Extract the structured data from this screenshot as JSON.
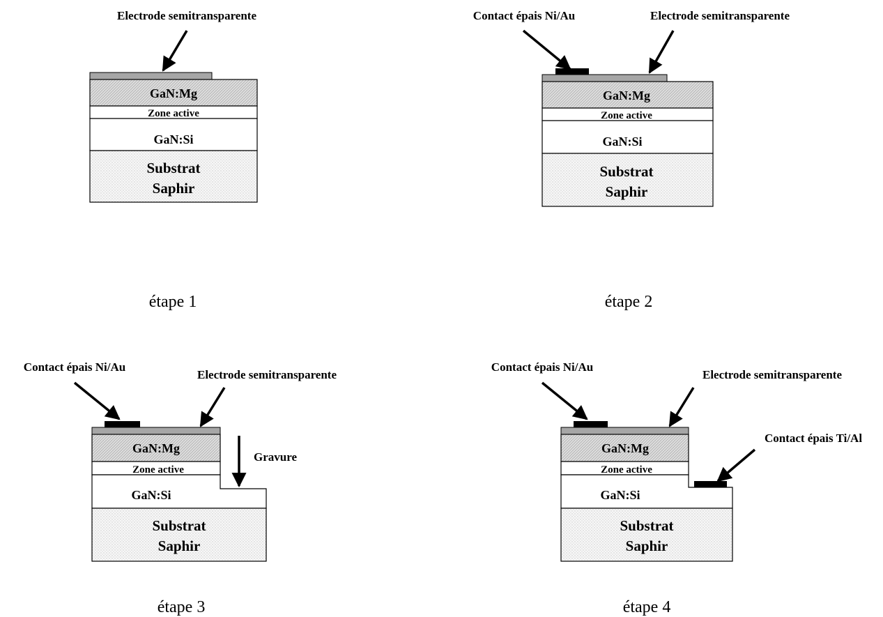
{
  "diagrams": [
    {
      "caption": "étape 1",
      "labels": {
        "electrode": "Electrode semitransparente"
      },
      "layers": {
        "p": "GaN:Mg",
        "active": "Zone active",
        "n": "GaN:Si",
        "substrate_1": "Substrat",
        "substrate_2": "Saphir"
      }
    },
    {
      "caption": "étape 2",
      "labels": {
        "contact_p": "Contact épais Ni/Au",
        "electrode": "Electrode semitransparente"
      },
      "layers": {
        "p": "GaN:Mg",
        "active": "Zone active",
        "n": "GaN:Si",
        "substrate_1": "Substrat",
        "substrate_2": "Saphir"
      }
    },
    {
      "caption": "étape 3",
      "labels": {
        "contact_p": "Contact épais Ni/Au",
        "electrode": "Electrode semitransparente",
        "etch": "Gravure"
      },
      "layers": {
        "p": "GaN:Mg",
        "active": "Zone active",
        "n": "GaN:Si",
        "substrate_1": "Substrat",
        "substrate_2": "Saphir"
      }
    },
    {
      "caption": "étape 4",
      "labels": {
        "contact_p": "Contact épais Ni/Au",
        "electrode": "Electrode semitransparente",
        "contact_n": "Contact épais Ti/Al"
      },
      "layers": {
        "p": "GaN:Mg",
        "active": "Zone active",
        "n": "GaN:Si",
        "substrate_1": "Substrat",
        "substrate_2": "Saphir"
      }
    }
  ],
  "colors": {
    "electrode": "#a6a6a6",
    "contact": "#000000",
    "outline": "#000000",
    "dot_hatch": "#bdbdbd"
  }
}
